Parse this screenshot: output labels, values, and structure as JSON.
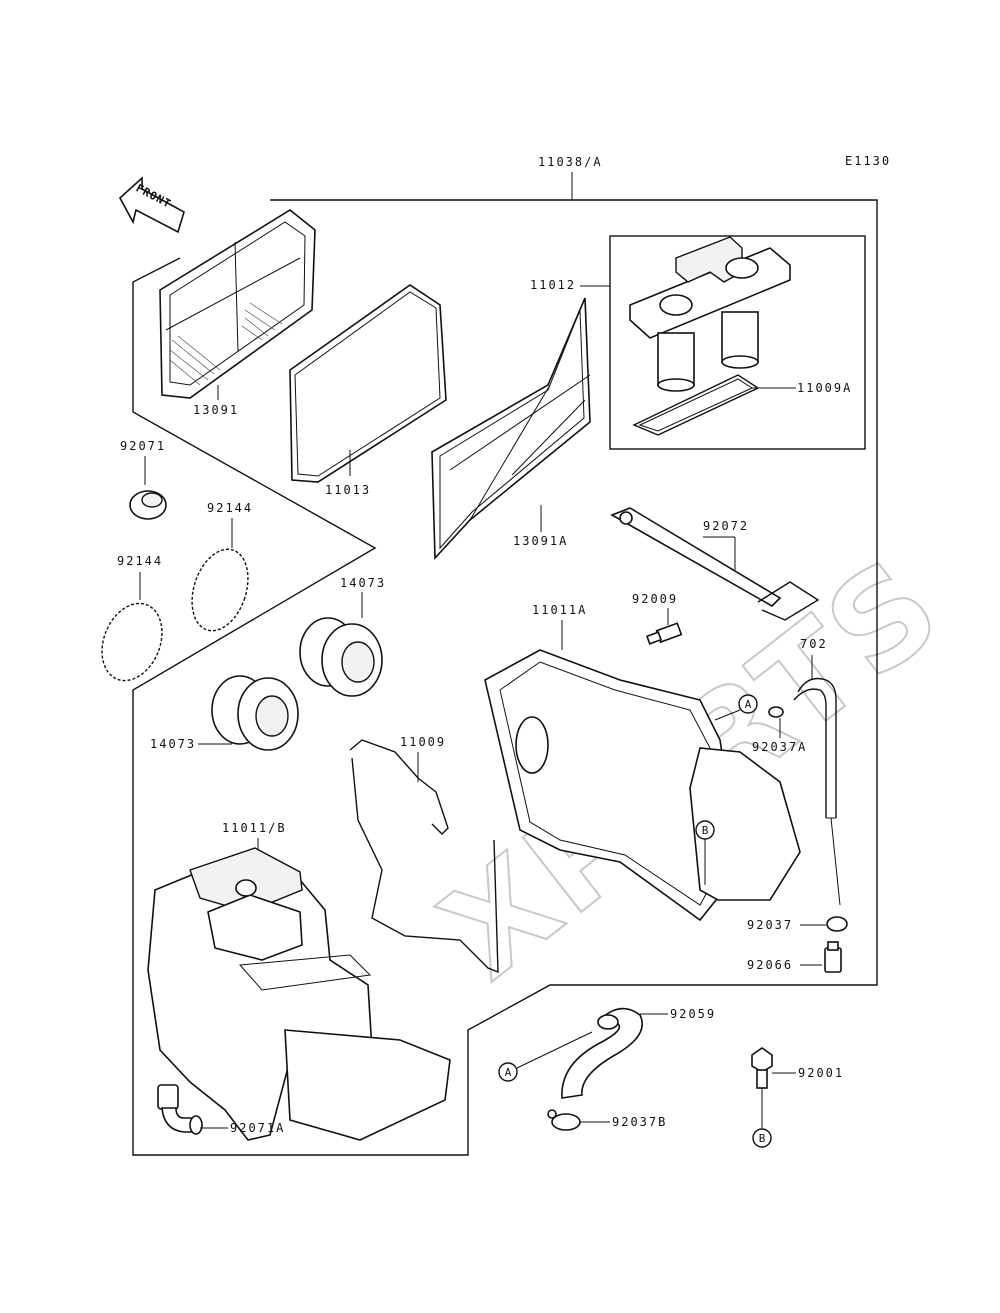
{
  "diagram_code": "E1130",
  "front_label": "FRONT",
  "watermark": "XPARTS",
  "parts": {
    "p11038A": "11038/A",
    "p11012": "11012",
    "p11009A": "11009A",
    "p13091": "13091",
    "p11013": "11013",
    "p13091A": "13091A",
    "p92071": "92071",
    "p92144_upper": "92144",
    "p92144_lower": "92144",
    "p14073_upper": "14073",
    "p14073_lower": "14073",
    "p92072": "92072",
    "p92009": "92009",
    "p11011A": "11011A",
    "p702": "702",
    "p92037A": "92037A",
    "p11009": "11009",
    "p11011B": "11011/B",
    "p92037": "92037",
    "p92066": "92066",
    "p92059": "92059",
    "p92001": "92001",
    "p92037B": "92037B",
    "p92071A": "92071A"
  },
  "markers": {
    "a_upper": "A",
    "b_upper": "B",
    "a_lower": "A",
    "b_lower": "B"
  }
}
